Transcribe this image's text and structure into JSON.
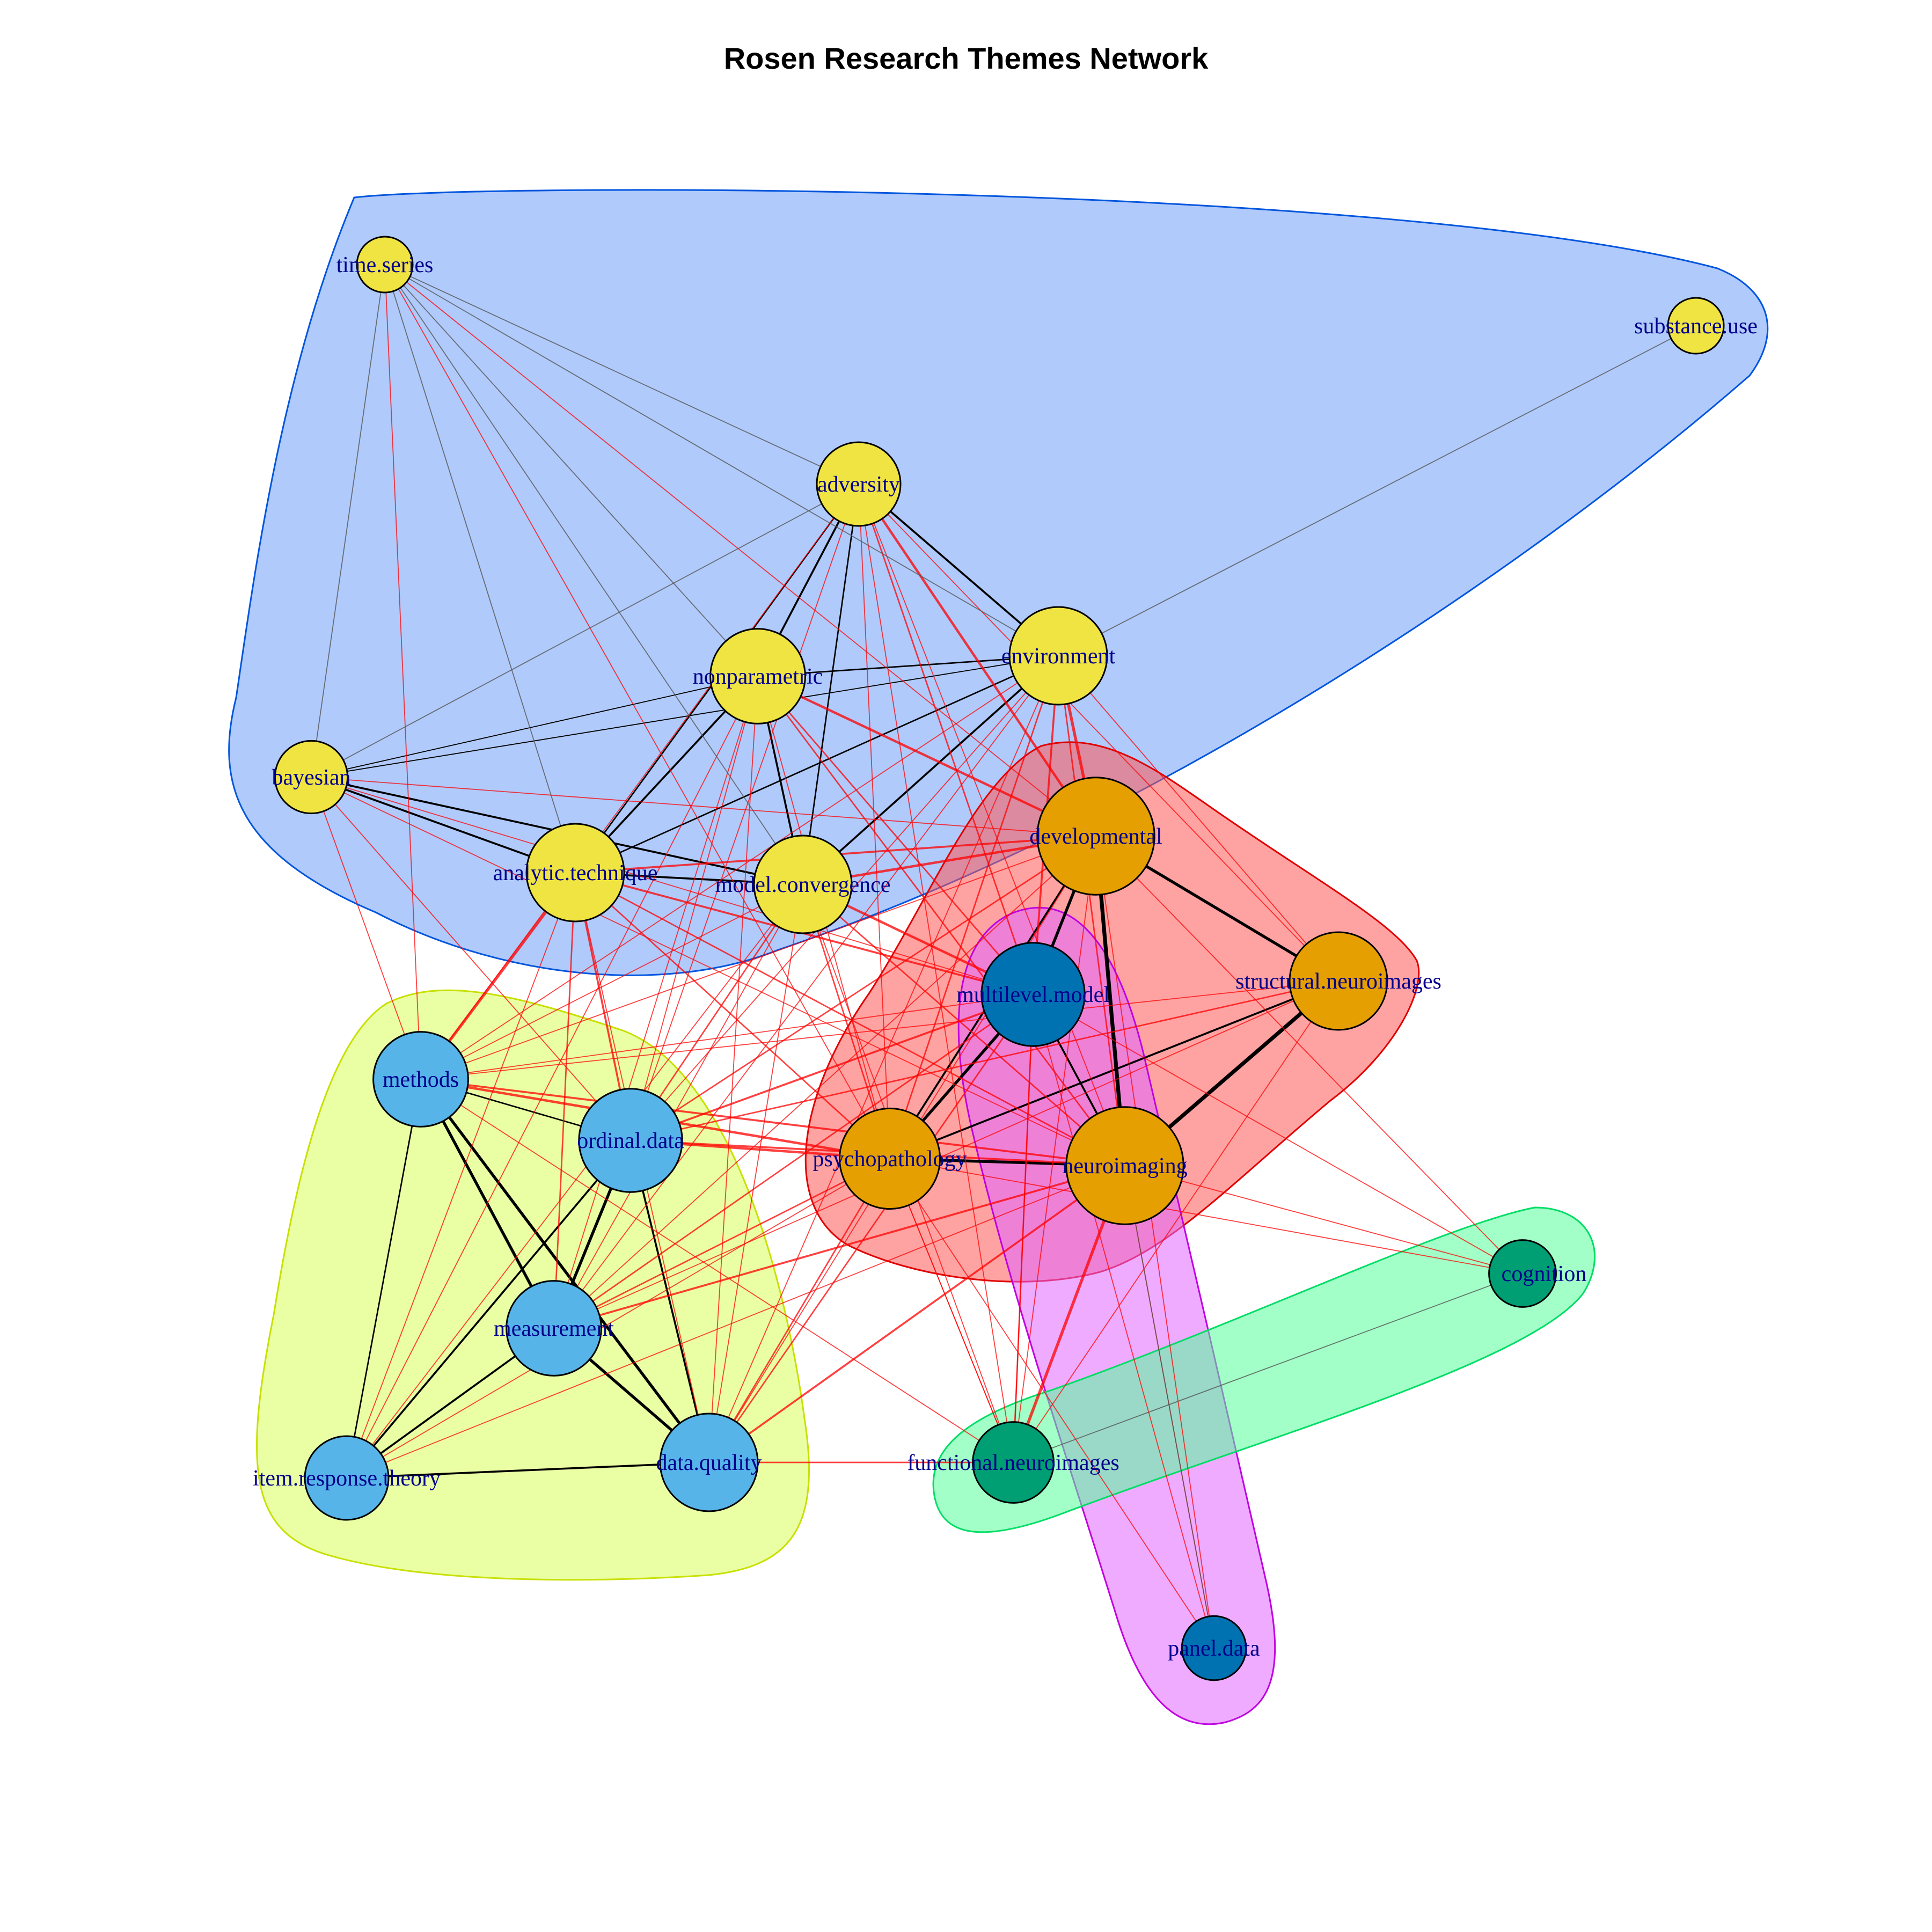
{
  "title": "Rosen Research Themes Network",
  "colors": {
    "label": "#00008b",
    "node_border": "#000000",
    "edge_strong": "#000000",
    "edge_weak": "#ff0000",
    "edge_faint": "#555555"
  },
  "groups": [
    {
      "id": "blue",
      "fill": "#6f9ff8",
      "stroke": "#0055dd",
      "members": [
        "time.series",
        "substance.use",
        "adversity",
        "environment",
        "nonparametric",
        "bayesian",
        "analytic.technique",
        "model.convergence"
      ]
    },
    {
      "id": "yellow",
      "fill": "#d8ff5a",
      "stroke": "#c8e000",
      "members": [
        "methods",
        "ordinal.data",
        "measurement",
        "item.response.theory",
        "data.quality"
      ]
    },
    {
      "id": "red",
      "fill": "#ff5555",
      "stroke": "#e00000",
      "members": [
        "developmental",
        "structural.neuroimages",
        "psychopathology",
        "neuroimaging"
      ]
    },
    {
      "id": "magenta",
      "fill": "#e066ff",
      "stroke": "#c000e0",
      "members": [
        "multilevel.model",
        "panel.data"
      ]
    },
    {
      "id": "green",
      "fill": "#55ff99",
      "stroke": "#00dd66",
      "members": [
        "functional.neuroimages",
        "cognition"
      ]
    }
  ],
  "nodes": [
    {
      "id": "time.series",
      "label": "time.series",
      "color": "#f0e442",
      "size": 2
    },
    {
      "id": "substance.use",
      "label": "substance.use",
      "color": "#f0e442",
      "size": 2
    },
    {
      "id": "adversity",
      "label": "adversity",
      "color": "#f0e442",
      "size": 3
    },
    {
      "id": "environment",
      "label": "environment",
      "color": "#f0e442",
      "size": 3.5
    },
    {
      "id": "nonparametric",
      "label": "nonparametric",
      "color": "#f0e442",
      "size": 3.4
    },
    {
      "id": "bayesian",
      "label": "bayesian",
      "color": "#f0e442",
      "size": 2.6
    },
    {
      "id": "analytic.technique",
      "label": "analytic.technique",
      "color": "#f0e442",
      "size": 3.5
    },
    {
      "id": "model.convergence",
      "label": "model.convergence",
      "color": "#f0e442",
      "size": 3.5
    },
    {
      "id": "developmental",
      "label": "developmental",
      "color": "#e69f00",
      "size": 4.2
    },
    {
      "id": "multilevel.model",
      "label": "multilevel.model",
      "color": "#0072b2",
      "size": 3.7
    },
    {
      "id": "structural.neuroimages",
      "label": "structural.neuroimages",
      "color": "#e69f00",
      "size": 3.5
    },
    {
      "id": "methods",
      "label": "methods",
      "color": "#56b4e9",
      "size": 3.4
    },
    {
      "id": "ordinal.data",
      "label": "ordinal.data",
      "color": "#56b4e9",
      "size": 3.7
    },
    {
      "id": "psychopathology",
      "label": "psychopathology",
      "color": "#e69f00",
      "size": 3.6
    },
    {
      "id": "neuroimaging",
      "label": "neuroimaging",
      "color": "#e69f00",
      "size": 4.2
    },
    {
      "id": "cognition",
      "label": "cognition",
      "color": "#009e73",
      "size": 2.4
    },
    {
      "id": "measurement",
      "label": "measurement",
      "color": "#56b4e9",
      "size": 3.4
    },
    {
      "id": "data.quality",
      "label": "data.quality",
      "color": "#56b4e9",
      "size": 3.5
    },
    {
      "id": "item.response.theory",
      "label": "item.response.theory",
      "color": "#56b4e9",
      "size": 3
    },
    {
      "id": "functional.neuroimages",
      "label": "functional.neuroimages",
      "color": "#009e73",
      "size": 2.9
    },
    {
      "id": "panel.data",
      "label": "panel.data",
      "color": "#0072b2",
      "size": 2.3
    }
  ],
  "edges": [
    {
      "source": "developmental",
      "target": "neuroimaging",
      "type": "strong",
      "weight": 4
    },
    {
      "source": "structural.neuroimages",
      "target": "neuroimaging",
      "type": "strong",
      "weight": 4
    },
    {
      "source": "developmental",
      "target": "structural.neuroimages",
      "type": "strong",
      "weight": 3
    },
    {
      "source": "psychopathology",
      "target": "neuroimaging",
      "type": "strong",
      "weight": 3
    },
    {
      "source": "multilevel.model",
      "target": "psychopathology",
      "type": "strong",
      "weight": 3
    },
    {
      "source": "developmental",
      "target": "multilevel.model",
      "type": "strong",
      "weight": 3
    },
    {
      "source": "developmental",
      "target": "psychopathology",
      "type": "strong",
      "weight": 2
    },
    {
      "source": "structural.neuroimages",
      "target": "psychopathology",
      "type": "strong",
      "weight": 2
    },
    {
      "source": "multilevel.model",
      "target": "neuroimaging",
      "type": "strong",
      "weight": 2
    },
    {
      "source": "methods",
      "target": "measurement",
      "type": "strong",
      "weight": 3
    },
    {
      "source": "methods",
      "target": "data.quality",
      "type": "strong",
      "weight": 3
    },
    {
      "source": "measurement",
      "target": "data.quality",
      "type": "strong",
      "weight": 3
    },
    {
      "source": "ordinal.data",
      "target": "measurement",
      "type": "strong",
      "weight": 3
    },
    {
      "source": "ordinal.data",
      "target": "data.quality",
      "type": "strong",
      "weight": 2
    },
    {
      "source": "ordinal.data",
      "target": "item.response.theory",
      "type": "strong",
      "weight": 2
    },
    {
      "source": "measurement",
      "target": "item.response.theory",
      "type": "strong",
      "weight": 2
    },
    {
      "source": "item.response.theory",
      "target": "data.quality",
      "type": "strong",
      "weight": 2
    },
    {
      "source": "methods",
      "target": "item.response.theory",
      "type": "strong",
      "weight": 1.5
    },
    {
      "source": "methods",
      "target": "ordinal.data",
      "type": "strong",
      "weight": 1.5
    },
    {
      "source": "adversity",
      "target": "environment",
      "type": "strong",
      "weight": 2
    },
    {
      "source": "adversity",
      "target": "nonparametric",
      "type": "strong",
      "weight": 2
    },
    {
      "source": "adversity",
      "target": "analytic.technique",
      "type": "strong",
      "weight": 1.5
    },
    {
      "source": "adversity",
      "target": "model.convergence",
      "type": "strong",
      "weight": 1.5
    },
    {
      "source": "nonparametric",
      "target": "environment",
      "type": "strong",
      "weight": 1.5
    },
    {
      "source": "nonparametric",
      "target": "analytic.technique",
      "type": "strong",
      "weight": 2
    },
    {
      "source": "nonparametric",
      "target": "model.convergence",
      "type": "strong",
      "weight": 2
    },
    {
      "source": "environment",
      "target": "analytic.technique",
      "type": "strong",
      "weight": 1.5
    },
    {
      "source": "environment",
      "target": "model.convergence",
      "type": "strong",
      "weight": 2
    },
    {
      "source": "bayesian",
      "target": "analytic.technique",
      "type": "strong",
      "weight": 2
    },
    {
      "source": "bayesian",
      "target": "model.convergence",
      "type": "strong",
      "weight": 2
    },
    {
      "source": "analytic.technique",
      "target": "model.convergence",
      "type": "strong",
      "weight": 2
    },
    {
      "source": "bayesian",
      "target": "nonparametric",
      "type": "strong",
      "weight": 1
    },
    {
      "source": "bayesian",
      "target": "environment",
      "type": "strong",
      "weight": 1
    },
    {
      "source": "data.quality",
      "target": "functional.neuroimages",
      "type": "weak",
      "weight": 1.5
    },
    {
      "source": "functional.neuroimages",
      "target": "neuroimaging",
      "type": "weak",
      "weight": 3
    },
    {
      "source": "adversity",
      "target": "developmental",
      "type": "weak",
      "weight": 2.5
    },
    {
      "source": "environment",
      "target": "developmental",
      "type": "weak",
      "weight": 3
    },
    {
      "source": "environment",
      "target": "multilevel.model",
      "type": "weak",
      "weight": 2
    },
    {
      "source": "nonparametric",
      "target": "developmental",
      "type": "weak",
      "weight": 2.5
    },
    {
      "source": "nonparametric",
      "target": "neuroimaging",
      "type": "weak",
      "weight": 1.5
    },
    {
      "source": "analytic.technique",
      "target": "methods",
      "type": "weak",
      "weight": 3
    },
    {
      "source": "analytic.technique",
      "target": "ordinal.data",
      "type": "weak",
      "weight": 2
    },
    {
      "source": "analytic.technique",
      "target": "measurement",
      "type": "weak",
      "weight": 1.5
    },
    {
      "source": "analytic.technique",
      "target": "developmental",
      "type": "weak",
      "weight": 2
    },
    {
      "source": "analytic.technique",
      "target": "multilevel.model",
      "type": "weak",
      "weight": 2
    },
    {
      "source": "model.convergence",
      "target": "developmental",
      "type": "weak",
      "weight": 2.5
    },
    {
      "source": "model.convergence",
      "target": "multilevel.model",
      "type": "weak",
      "weight": 2.5
    },
    {
      "source": "model.convergence",
      "target": "ordinal.data",
      "type": "weak",
      "weight": 1.5
    },
    {
      "source": "model.convergence",
      "target": "psychopathology",
      "type": "weak",
      "weight": 1.5
    },
    {
      "source": "methods",
      "target": "psychopathology",
      "type": "weak",
      "weight": 2.5
    },
    {
      "source": "methods",
      "target": "neuroimaging",
      "type": "weak",
      "weight": 2
    },
    {
      "source": "ordinal.data",
      "target": "psychopathology",
      "type": "weak",
      "weight": 2.5
    },
    {
      "source": "ordinal.data",
      "target": "neuroimaging",
      "type": "weak",
      "weight": 2
    },
    {
      "source": "ordinal.data",
      "target": "multilevel.model",
      "type": "weak",
      "weight": 2
    },
    {
      "source": "ordinal.data",
      "target": "developmental",
      "type": "weak",
      "weight": 1.5
    },
    {
      "source": "measurement",
      "target": "psychopathology",
      "type": "weak",
      "weight": 1.5
    },
    {
      "source": "measurement",
      "target": "neuroimaging",
      "type": "weak",
      "weight": 2
    },
    {
      "source": "measurement",
      "target": "multilevel.model",
      "type": "weak",
      "weight": 1.5
    },
    {
      "source": "data.quality",
      "target": "neuroimaging",
      "type": "weak",
      "weight": 2
    },
    {
      "source": "data.quality",
      "target": "psychopathology",
      "type": "weak",
      "weight": 1.5
    },
    {
      "source": "data.quality",
      "target": "multilevel.model",
      "type": "weak",
      "weight": 1.5
    },
    {
      "source": "item.response.theory",
      "target": "psychopathology",
      "type": "weak",
      "weight": 1
    },
    {
      "source": "item.response.theory",
      "target": "neuroimaging",
      "type": "weak",
      "weight": 1
    },
    {
      "source": "item.response.theory",
      "target": "analytic.technique",
      "type": "weak",
      "weight": 1
    },
    {
      "source": "item.response.theory",
      "target": "nonparametric",
      "type": "weak",
      "weight": 1
    },
    {
      "source": "bayesian",
      "target": "methods",
      "type": "weak",
      "weight": 1
    },
    {
      "source": "bayesian",
      "target": "developmental",
      "type": "weak",
      "weight": 1
    },
    {
      "source": "bayesian",
      "target": "multilevel.model",
      "type": "weak",
      "weight": 1
    },
    {
      "source": "bayesian",
      "target": "ordinal.data",
      "type": "weak",
      "weight": 1
    },
    {
      "source": "bayesian",
      "target": "neuroimaging",
      "type": "weak",
      "weight": 1
    },
    {
      "source": "time.series",
      "target": "methods",
      "type": "weak",
      "weight": 1
    },
    {
      "source": "time.series",
      "target": "developmental",
      "type": "weak",
      "weight": 1
    },
    {
      "source": "time.series",
      "target": "psychopathology",
      "type": "weak",
      "weight": 1
    },
    {
      "source": "structural.neuroimages",
      "target": "ordinal.data",
      "type": "weak",
      "weight": 1.5
    },
    {
      "source": "structural.neuroimages",
      "target": "methods",
      "type": "weak",
      "weight": 1
    },
    {
      "source": "structural.neuroimages",
      "target": "functional.neuroimages",
      "type": "weak",
      "weight": 1
    },
    {
      "source": "structural.neuroimages",
      "target": "measurement",
      "type": "weak",
      "weight": 1
    },
    {
      "source": "structural.neuroimages",
      "target": "adversity",
      "type": "weak",
      "weight": 1
    },
    {
      "source": "structural.neuroimages",
      "target": "environment",
      "type": "weak",
      "weight": 1
    },
    {
      "source": "cognition",
      "target": "developmental",
      "type": "weak",
      "weight": 1
    },
    {
      "source": "cognition",
      "target": "psychopathology",
      "type": "weak",
      "weight": 1
    },
    {
      "source": "cognition",
      "target": "multilevel.model",
      "type": "weak",
      "weight": 1
    },
    {
      "source": "panel.data",
      "target": "psychopathology",
      "type": "weak",
      "weight": 1
    },
    {
      "source": "panel.data",
      "target": "multilevel.model",
      "type": "weak",
      "weight": 1
    },
    {
      "source": "panel.data",
      "target": "developmental",
      "type": "weak",
      "weight": 1
    },
    {
      "source": "functional.neuroimages",
      "target": "developmental",
      "type": "weak",
      "weight": 1
    },
    {
      "source": "functional.neuroimages",
      "target": "psychopathology",
      "type": "weak",
      "weight": 1
    },
    {
      "source": "functional.neuroimages",
      "target": "multilevel.model",
      "type": "weak",
      "weight": 1
    },
    {
      "source": "functional.neuroimages",
      "target": "adversity",
      "type": "weak",
      "weight": 1
    },
    {
      "source": "functional.neuroimages",
      "target": "model.convergence",
      "type": "weak",
      "weight": 1
    },
    {
      "source": "functional.neuroimages",
      "target": "methods",
      "type": "weak",
      "weight": 1
    },
    {
      "source": "adversity",
      "target": "ordinal.data",
      "type": "weak",
      "weight": 1
    },
    {
      "source": "adversity",
      "target": "methods",
      "type": "weak",
      "weight": 1
    },
    {
      "source": "adversity",
      "target": "psychopathology",
      "type": "weak",
      "weight": 1
    },
    {
      "source": "adversity",
      "target": "multilevel.model",
      "type": "weak",
      "weight": 1.5
    },
    {
      "source": "adversity",
      "target": "neuroimaging",
      "type": "weak",
      "weight": 1
    },
    {
      "source": "environment",
      "target": "psychopathology",
      "type": "weak",
      "weight": 1.5
    },
    {
      "source": "environment",
      "target": "neuroimaging",
      "type": "weak",
      "weight": 1.5
    },
    {
      "source": "environment",
      "target": "ordinal.data",
      "type": "weak",
      "weight": 1
    },
    {
      "source": "environment",
      "target": "measurement",
      "type": "weak",
      "weight": 1
    },
    {
      "source": "environment",
      "target": "data.quality",
      "type": "weak",
      "weight": 1
    },
    {
      "source": "environment",
      "target": "methods",
      "type": "weak",
      "weight": 1
    },
    {
      "source": "nonparametric",
      "target": "multilevel.model",
      "type": "weak",
      "weight": 1.5
    },
    {
      "source": "nonparametric",
      "target": "psychopathology",
      "type": "weak",
      "weight": 1
    },
    {
      "source": "nonparametric",
      "target": "ordinal.data",
      "type": "weak",
      "weight": 1
    },
    {
      "source": "nonparametric",
      "target": "measurement",
      "type": "weak",
      "weight": 1
    },
    {
      "source": "nonparametric",
      "target": "data.quality",
      "type": "weak",
      "weight": 1
    },
    {
      "source": "model.convergence",
      "target": "neuroimaging",
      "type": "weak",
      "weight": 1.5
    },
    {
      "source": "model.convergence",
      "target": "measurement",
      "type": "weak",
      "weight": 1
    },
    {
      "source": "model.convergence",
      "target": "data.quality",
      "type": "weak",
      "weight": 1
    },
    {
      "source": "model.convergence",
      "target": "item.response.theory",
      "type": "weak",
      "weight": 1
    },
    {
      "source": "model.convergence",
      "target": "methods",
      "type": "weak",
      "weight": 1
    },
    {
      "source": "analytic.technique",
      "target": "psychopathology",
      "type": "weak",
      "weight": 1.5
    },
    {
      "source": "analytic.technique",
      "target": "neuroimaging",
      "type": "weak",
      "weight": 1.5
    },
    {
      "source": "analytic.technique",
      "target": "data.quality",
      "type": "weak",
      "weight": 1
    },
    {
      "source": "developmental",
      "target": "data.quality",
      "type": "weak",
      "weight": 1
    },
    {
      "source": "developmental",
      "target": "measurement",
      "type": "weak",
      "weight": 1
    },
    {
      "source": "developmental",
      "target": "methods",
      "type": "weak",
      "weight": 1
    },
    {
      "source": "psychopathology",
      "target": "functional.neuroimages",
      "type": "weak",
      "weight": 1
    },
    {
      "source": "multilevel.model",
      "target": "methods",
      "type": "weak",
      "weight": 1
    },
    {
      "source": "multilevel.model",
      "target": "functional.neuroimages",
      "type": "weak",
      "weight": 1.5
    },
    {
      "source": "neuroimaging",
      "target": "panel.data",
      "type": "weak",
      "weight": 1
    },
    {
      "source": "neuroimaging",
      "target": "cognition",
      "type": "weak",
      "weight": 1
    },
    {
      "source": "time.series",
      "target": "bayesian",
      "type": "faint",
      "weight": 1
    },
    {
      "source": "time.series",
      "target": "adversity",
      "type": "faint",
      "weight": 1
    },
    {
      "source": "time.series",
      "target": "environment",
      "type": "faint",
      "weight": 1
    },
    {
      "source": "time.series",
      "target": "nonparametric",
      "type": "faint",
      "weight": 1
    },
    {
      "source": "time.series",
      "target": "analytic.technique",
      "type": "faint",
      "weight": 1
    },
    {
      "source": "time.series",
      "target": "model.convergence",
      "type": "faint",
      "weight": 1
    },
    {
      "source": "substance.use",
      "target": "environment",
      "type": "faint",
      "weight": 1
    },
    {
      "source": "adversity",
      "target": "bayesian",
      "type": "faint",
      "weight": 1
    },
    {
      "source": "cognition",
      "target": "functional.neuroimages",
      "type": "faint",
      "weight": 1
    },
    {
      "source": "neuroimaging",
      "target": "panel.data",
      "type": "faint",
      "weight": 1
    }
  ]
}
